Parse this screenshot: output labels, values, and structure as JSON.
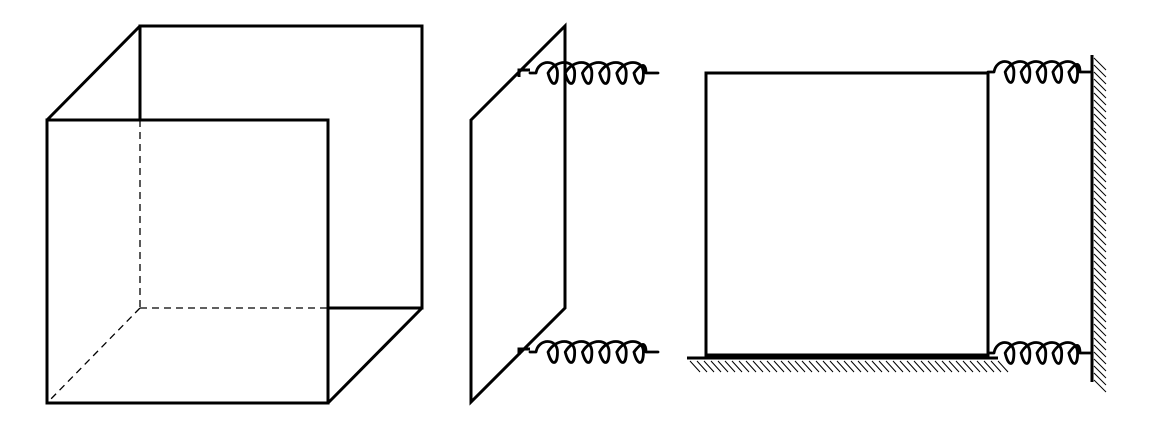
{
  "colors": {
    "line": "#000000",
    "block_fill": "#e6e6e6",
    "background": "#ffffff"
  },
  "panels": [
    {
      "name": "cube-wireframe"
    },
    {
      "name": "tilted-plate-with-springs",
      "springs": 2
    },
    {
      "name": "block-on-ground-with-springs-to-wall",
      "springs": 2
    }
  ]
}
